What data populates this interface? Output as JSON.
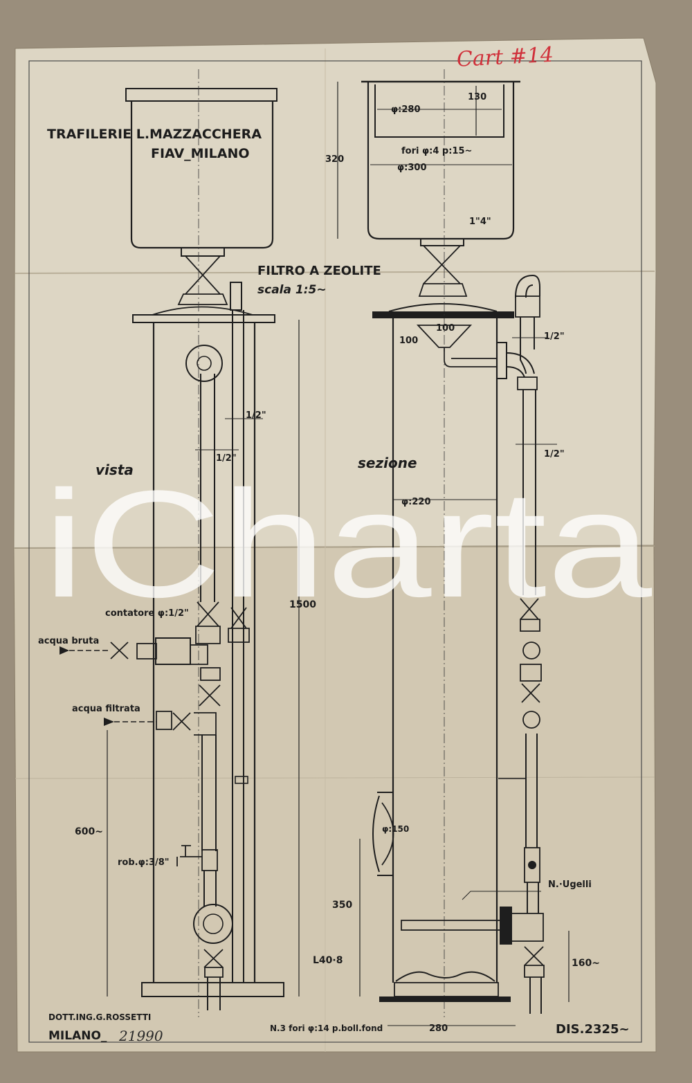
{
  "archive_mark": "Cart #14",
  "title": {
    "line1": "TRAFILERIE L.MAZZACCHERA",
    "line2": "FIAV_MILANO"
  },
  "drawing_title": "FILTRO A ZEOLITE",
  "scale": "scala 1:5~",
  "views": {
    "elevation": "vista",
    "section": "sezione"
  },
  "dimensions": {
    "d280": "φ:280",
    "d130": "130",
    "d320": "320",
    "holes": "fori φ:4 p:15~",
    "d300": "φ:300",
    "quarter": "1\"4\"",
    "d100a": "100",
    "d100b": "100",
    "half_a": "1/2\"",
    "half_b": "1/2\"",
    "half_c": "1/2\"",
    "half_d": "1/2\"",
    "d220": "φ:220",
    "d1500": "1500",
    "d600": "600~",
    "d150": "φ:150",
    "d350": "350",
    "l408": "L40·8",
    "d160": "160~",
    "d280b": "280",
    "bottom_holes": "N.3 fori φ:14 p.boll.fond"
  },
  "callouts": {
    "meter": "contatore φ:1/2\"",
    "raw_water": "acqua bruta",
    "filtered_water": "acqua filtrata",
    "tap": "rob.φ:3/8\"",
    "nozzles": "N.·Ugelli"
  },
  "author": {
    "name": "DOTT.ING.G.ROSSETTI",
    "city": "MILANO_",
    "handwritten": "21990"
  },
  "drawing_number": "DIS.2325~",
  "watermark": "iCharta",
  "colors": {
    "paper": "#ddd6c4",
    "paper_lower": "#d2c8b2",
    "ink": "#1e1e1e",
    "red_ink": "#d0303a",
    "watermark": "#ffffff"
  }
}
